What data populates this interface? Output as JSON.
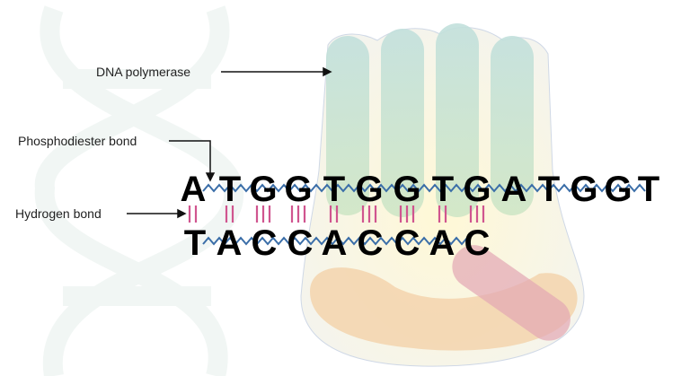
{
  "labels": {
    "polymerase": "DNA polymerase",
    "phosphodiester": "Phosphodiester bond",
    "hydrogen": "Hydrogen bond"
  },
  "strands": {
    "template": [
      "A",
      "T",
      "G",
      "G",
      "T",
      "G",
      "G",
      "T",
      "G",
      "A",
      "T",
      "G",
      "G",
      "T"
    ],
    "new": [
      "T",
      "A",
      "C",
      "C",
      "A",
      "C",
      "C",
      "A",
      "C"
    ]
  },
  "hydrogen_bond_counts": [
    2,
    2,
    3,
    3,
    2,
    3,
    3,
    2,
    3
  ],
  "colors": {
    "hydrogen_bond": "#d0558f",
    "backbone": "#3b6ea8",
    "finger": "#b7dcd3",
    "palm_yellow": "#fbf6d6",
    "thumb_orange": "#f3d2aa",
    "exo_pink": "#e3a9b4",
    "watermark": "#eef5f2"
  }
}
